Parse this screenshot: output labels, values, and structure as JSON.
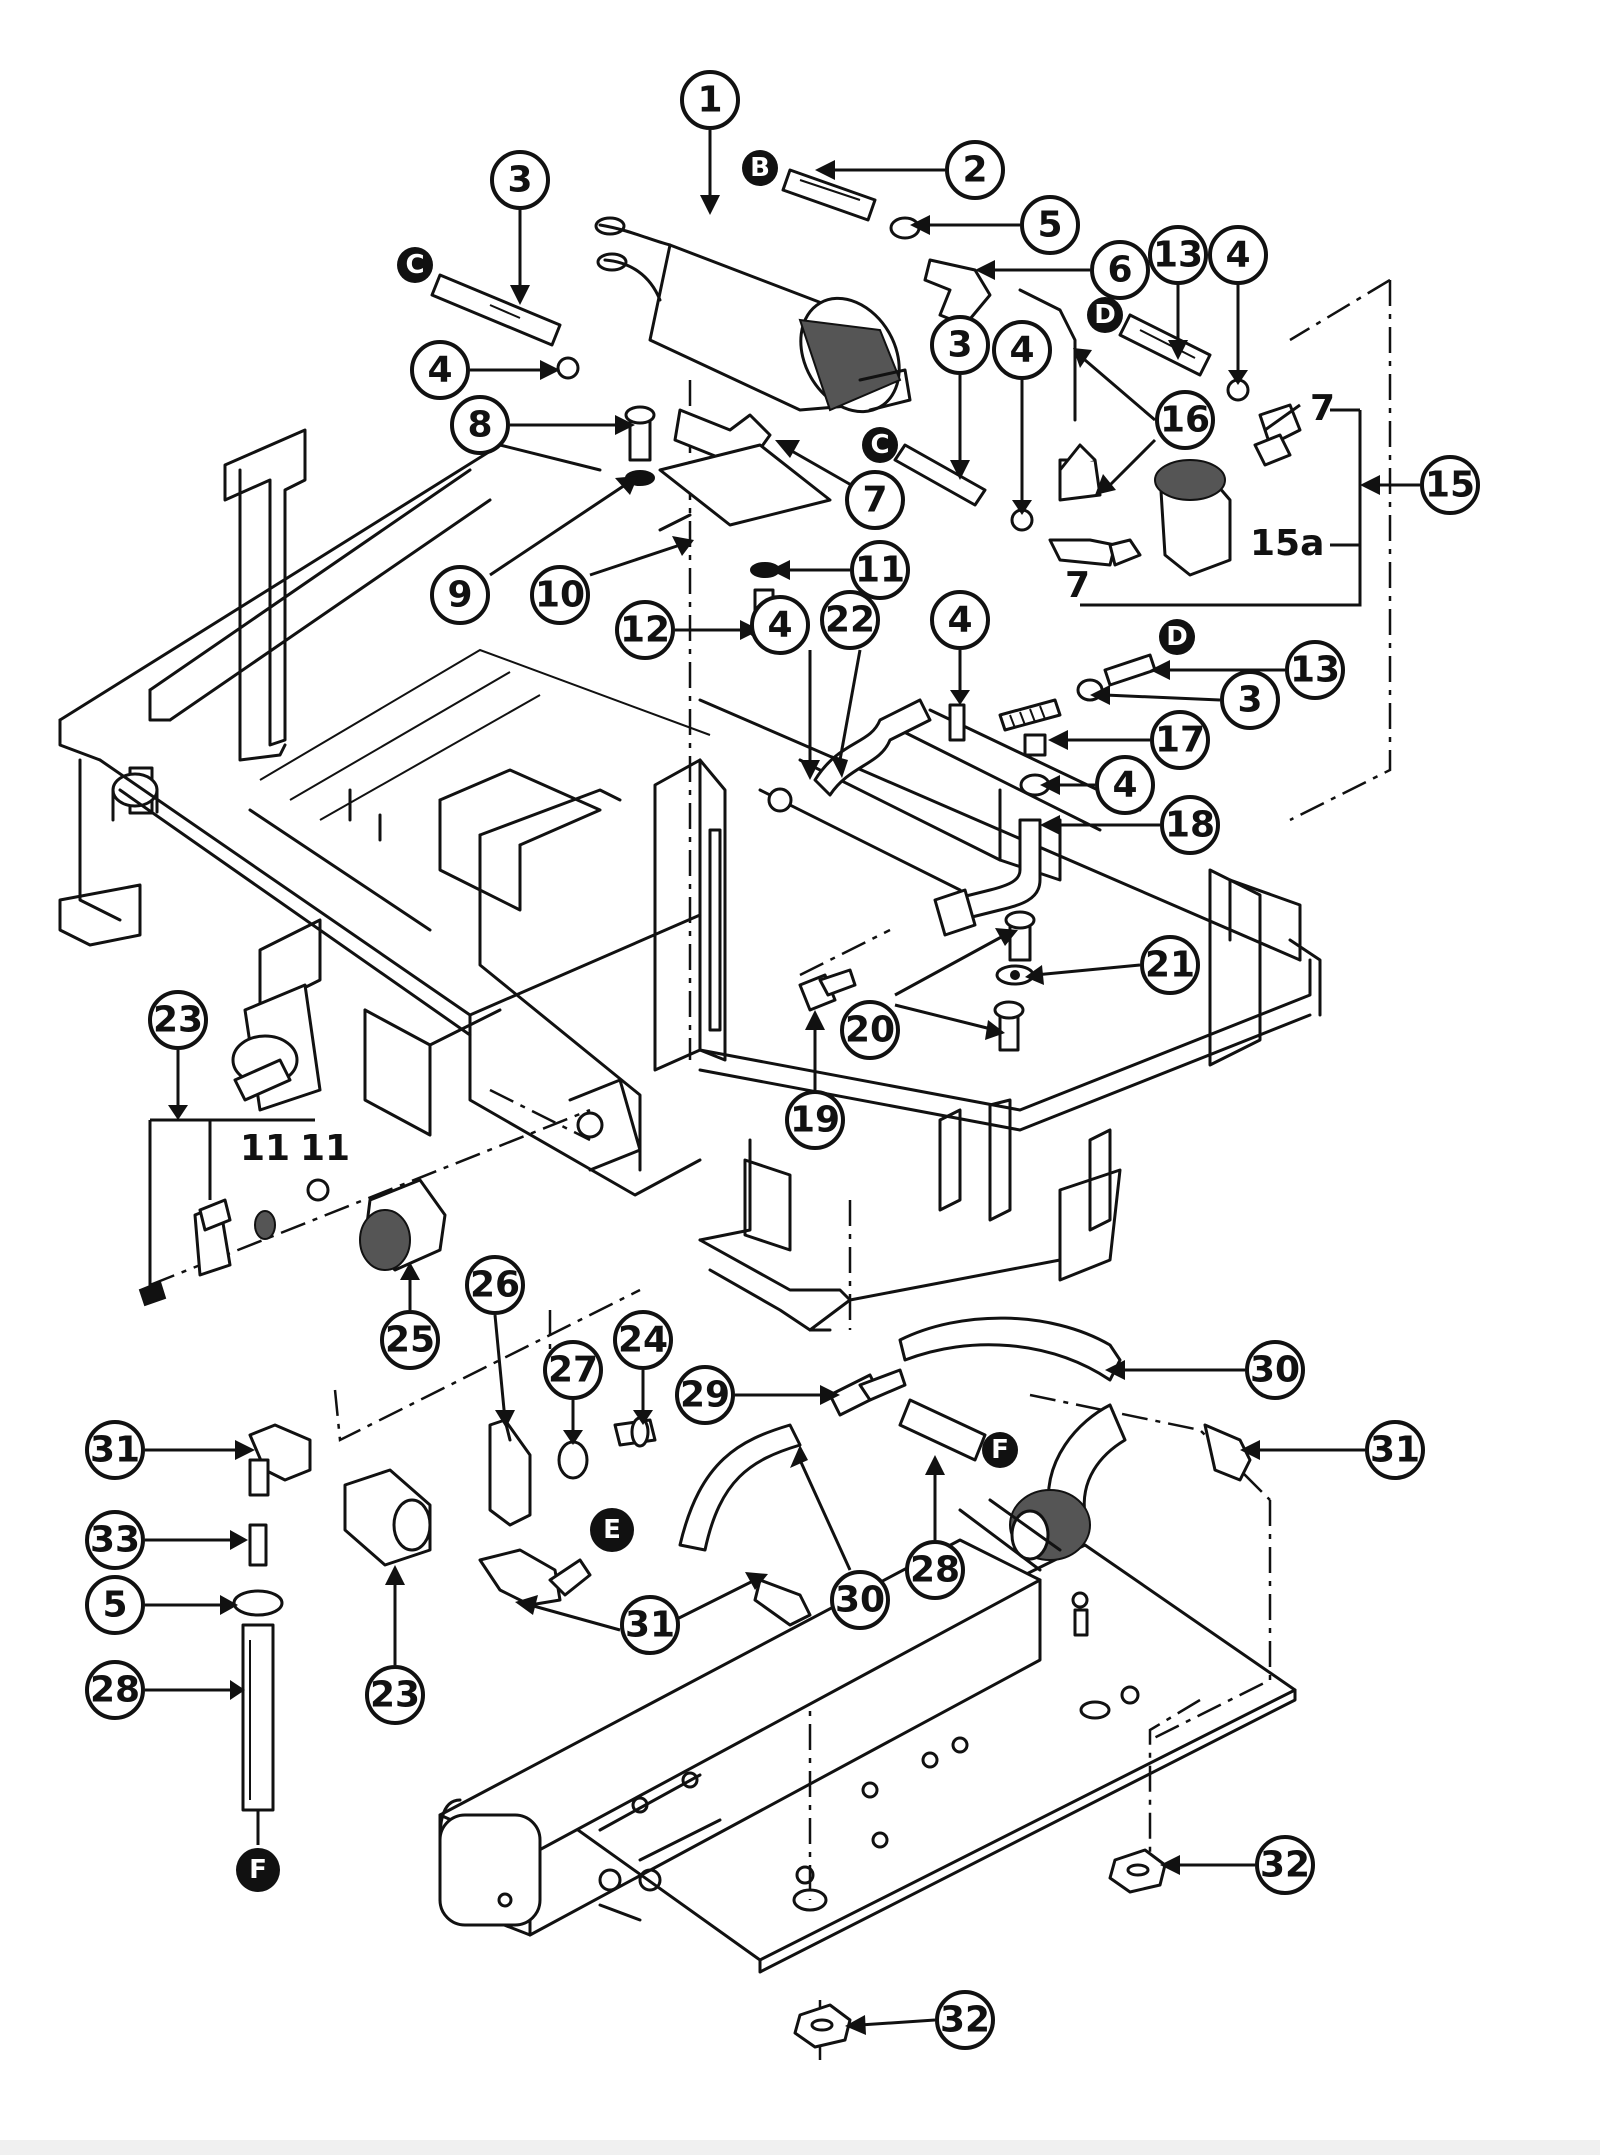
{
  "balloons": [
    {
      "id": "b1",
      "label": "1"
    },
    {
      "id": "b2",
      "label": "2"
    },
    {
      "id": "b3a",
      "label": "3"
    },
    {
      "id": "b3b",
      "label": "3"
    },
    {
      "id": "b3c",
      "label": "3"
    },
    {
      "id": "b4a",
      "label": "4"
    },
    {
      "id": "b4b",
      "label": "4"
    },
    {
      "id": "b4c",
      "label": "4"
    },
    {
      "id": "b4d",
      "label": "4"
    },
    {
      "id": "b4e",
      "label": "4"
    },
    {
      "id": "b4f",
      "label": "4"
    },
    {
      "id": "b5a",
      "label": "5"
    },
    {
      "id": "b5b",
      "label": "5"
    },
    {
      "id": "b6",
      "label": "6"
    },
    {
      "id": "b7",
      "label": "7"
    },
    {
      "id": "b8",
      "label": "8"
    },
    {
      "id": "b9",
      "label": "9"
    },
    {
      "id": "b10",
      "label": "10"
    },
    {
      "id": "b11",
      "label": "11"
    },
    {
      "id": "b12",
      "label": "12"
    },
    {
      "id": "b13a",
      "label": "13"
    },
    {
      "id": "b13b",
      "label": "13"
    },
    {
      "id": "b15",
      "label": "15"
    },
    {
      "id": "b16",
      "label": "16"
    },
    {
      "id": "b17",
      "label": "17"
    },
    {
      "id": "b18",
      "label": "18"
    },
    {
      "id": "b19",
      "label": "19"
    },
    {
      "id": "b20",
      "label": "20"
    },
    {
      "id": "b21",
      "label": "21"
    },
    {
      "id": "b22",
      "label": "22"
    },
    {
      "id": "b23a",
      "label": "23"
    },
    {
      "id": "b23b",
      "label": "23"
    },
    {
      "id": "b24",
      "label": "24"
    },
    {
      "id": "b25",
      "label": "25"
    },
    {
      "id": "b26",
      "label": "26"
    },
    {
      "id": "b27",
      "label": "27"
    },
    {
      "id": "b28a",
      "label": "28"
    },
    {
      "id": "b28b",
      "label": "28"
    },
    {
      "id": "b29",
      "label": "29"
    },
    {
      "id": "b30a",
      "label": "30"
    },
    {
      "id": "b30b",
      "label": "30"
    },
    {
      "id": "b31a",
      "label": "31"
    },
    {
      "id": "b31b",
      "label": "31"
    },
    {
      "id": "b31c",
      "label": "31"
    },
    {
      "id": "b31d",
      "label": "31"
    },
    {
      "id": "b32a",
      "label": "32"
    },
    {
      "id": "b32b",
      "label": "32"
    },
    {
      "id": "b33",
      "label": "33"
    }
  ],
  "connectors": [
    {
      "id": "cB",
      "label": "B"
    },
    {
      "id": "cC1",
      "label": "C"
    },
    {
      "id": "cC2",
      "label": "C"
    },
    {
      "id": "cD1",
      "label": "D"
    },
    {
      "id": "cD2",
      "label": "D"
    },
    {
      "id": "cE",
      "label": "E"
    },
    {
      "id": "cF1",
      "label": "F"
    },
    {
      "id": "cF2",
      "label": "F"
    }
  ],
  "plain_labels": [
    {
      "id": "p7a",
      "label": "7"
    },
    {
      "id": "p7b",
      "label": "7"
    },
    {
      "id": "p15a",
      "label": "15a"
    },
    {
      "id": "p11a",
      "label": "11"
    },
    {
      "id": "p11b",
      "label": "11"
    }
  ]
}
